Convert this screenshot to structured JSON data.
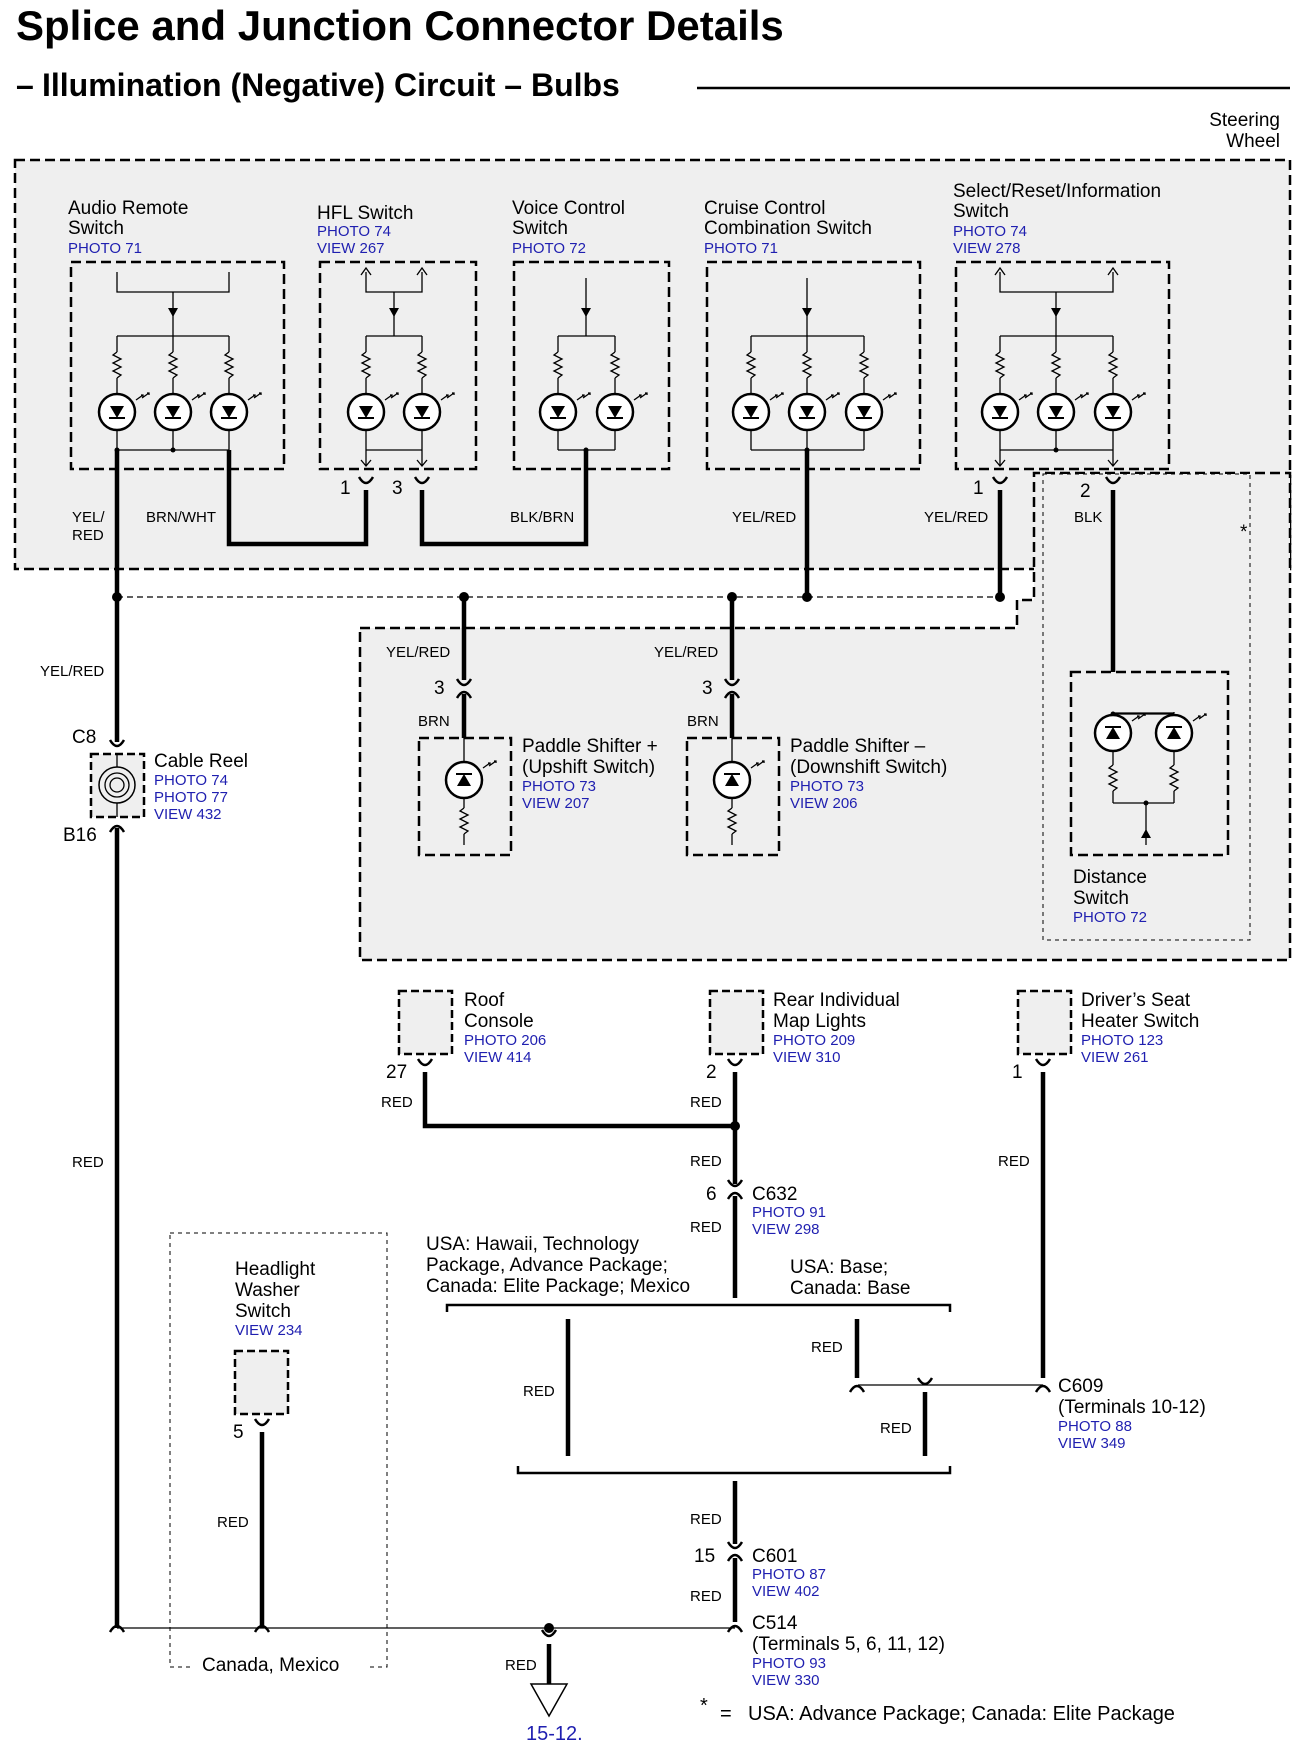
{
  "title": "Splice and Junction Connector Details",
  "subtitle": "Illumination (Negative) Circuit – Bulbs",
  "subtitle_dash": "–",
  "steering_wheel": [
    "Steering",
    "Wheel"
  ],
  "components": {
    "audio_remote": {
      "name": [
        "Audio Remote",
        "Switch"
      ],
      "refs": [
        "PHOTO 71"
      ]
    },
    "hfl": {
      "name": [
        "HFL Switch"
      ],
      "refs": [
        "PHOTO 74",
        "VIEW 267"
      ]
    },
    "voice": {
      "name": [
        "Voice Control",
        "Switch"
      ],
      "refs": [
        "PHOTO 72"
      ]
    },
    "cruise": {
      "name": [
        "Cruise Control",
        "Combination Switch"
      ],
      "refs": [
        "PHOTO 71"
      ]
    },
    "select": {
      "name": [
        "Select/Reset/Information",
        "Switch"
      ],
      "refs": [
        "PHOTO 74",
        "VIEW 278"
      ]
    },
    "paddle_plus": {
      "name": [
        "Paddle Shifter +",
        "(Upshift Switch)"
      ],
      "refs": [
        "PHOTO 73",
        "VIEW 207"
      ]
    },
    "paddle_minus": {
      "name": [
        "Paddle Shifter –",
        "(Downshift Switch)"
      ],
      "refs": [
        "PHOTO 73",
        "VIEW 206"
      ]
    },
    "distance": {
      "name": [
        "Distance",
        "Switch"
      ],
      "refs": [
        "PHOTO 72"
      ]
    },
    "cable_reel": {
      "name": [
        "Cable Reel"
      ],
      "refs": [
        "PHOTO 74",
        "PHOTO 77",
        "VIEW 432"
      ],
      "top": "C8",
      "bottom": "B16"
    },
    "roof": {
      "name": [
        "Roof",
        "Console"
      ],
      "refs": [
        "PHOTO 206",
        "VIEW 414"
      ],
      "pin": "27"
    },
    "rear_map": {
      "name": [
        "Rear Individual",
        "Map Lights"
      ],
      "refs": [
        "PHOTO 209",
        "VIEW 310"
      ],
      "pin": "2"
    },
    "drivers_seat": {
      "name": [
        "Driver’s Seat",
        "Heater Switch"
      ],
      "refs": [
        "PHOTO 123",
        "VIEW 261"
      ],
      "pin": "1"
    },
    "headlight_washer": {
      "name": [
        "Headlight",
        "Washer",
        "Switch"
      ],
      "refs": [
        "VIEW 234"
      ],
      "pin": "5"
    }
  },
  "connectors": {
    "c632": {
      "name": "C632",
      "refs": [
        "PHOTO 91",
        "VIEW 298"
      ],
      "pin": "6"
    },
    "c609": {
      "name": [
        "C609",
        "(Terminals 10-12)"
      ],
      "refs": [
        "PHOTO 88",
        "VIEW 349"
      ]
    },
    "c601": {
      "name": "C601",
      "refs": [
        "PHOTO 87",
        "VIEW 402"
      ],
      "pin": "15"
    },
    "c514": {
      "name": [
        "C514",
        "(Terminals 5, 6, 11, 12)"
      ],
      "refs": [
        "PHOTO 93",
        "VIEW 330"
      ]
    }
  },
  "pins": {
    "hfl_1": "1",
    "hfl_3": "3",
    "sel_1": "1",
    "sel_2": "2",
    "pp_3": "3",
    "pm_3": "3"
  },
  "wires": {
    "yel_red_split": [
      "YEL/",
      "RED"
    ],
    "brn_wht": "BRN/WHT",
    "blk_brn": "BLK/BRN",
    "yel_red": "YEL/RED",
    "blk": "BLK",
    "brn": "BRN",
    "red": "RED"
  },
  "options": {
    "usa_hawaii": [
      "USA: Hawaii, Technology",
      "Package, Advance Package;",
      "Canada: Elite Package; Mexico"
    ],
    "usa_base": [
      "USA: Base;",
      "Canada: Base"
    ],
    "canada_mexico": "Canada, Mexico"
  },
  "asterisk": "*",
  "footnote": {
    "star": "*",
    "eq": "=",
    "text": "USA: Advance Package; Canada: Elite Package"
  },
  "page_ref": "15-12."
}
